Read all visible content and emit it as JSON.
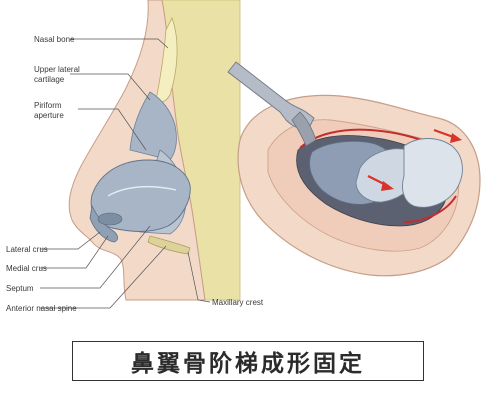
{
  "labels": {
    "nasal_bone": "Nasal bone",
    "upper_lateral_l1": "Upper lateral",
    "upper_lateral_l2": "cartilage",
    "piriform_l1": "Piriform",
    "piriform_l2": "aperture",
    "lateral_crus": "Lateral crus",
    "medial_crus": "Medial crus",
    "septum": "Septum",
    "anterior_nasal_spine": "Anterior nasal spine",
    "maxillary_crest": "Maxillary crest"
  },
  "caption": "鼻翼骨阶梯成形固定",
  "colors": {
    "skin": "#f2d9c8",
    "skin_line": "#c79d86",
    "bone": "#e9e1a6",
    "cartilage": "#a7b5c6",
    "cartilage_dark": "#7d8ea3",
    "arrow": "#d9342a",
    "incision": "#c42d2d"
  }
}
